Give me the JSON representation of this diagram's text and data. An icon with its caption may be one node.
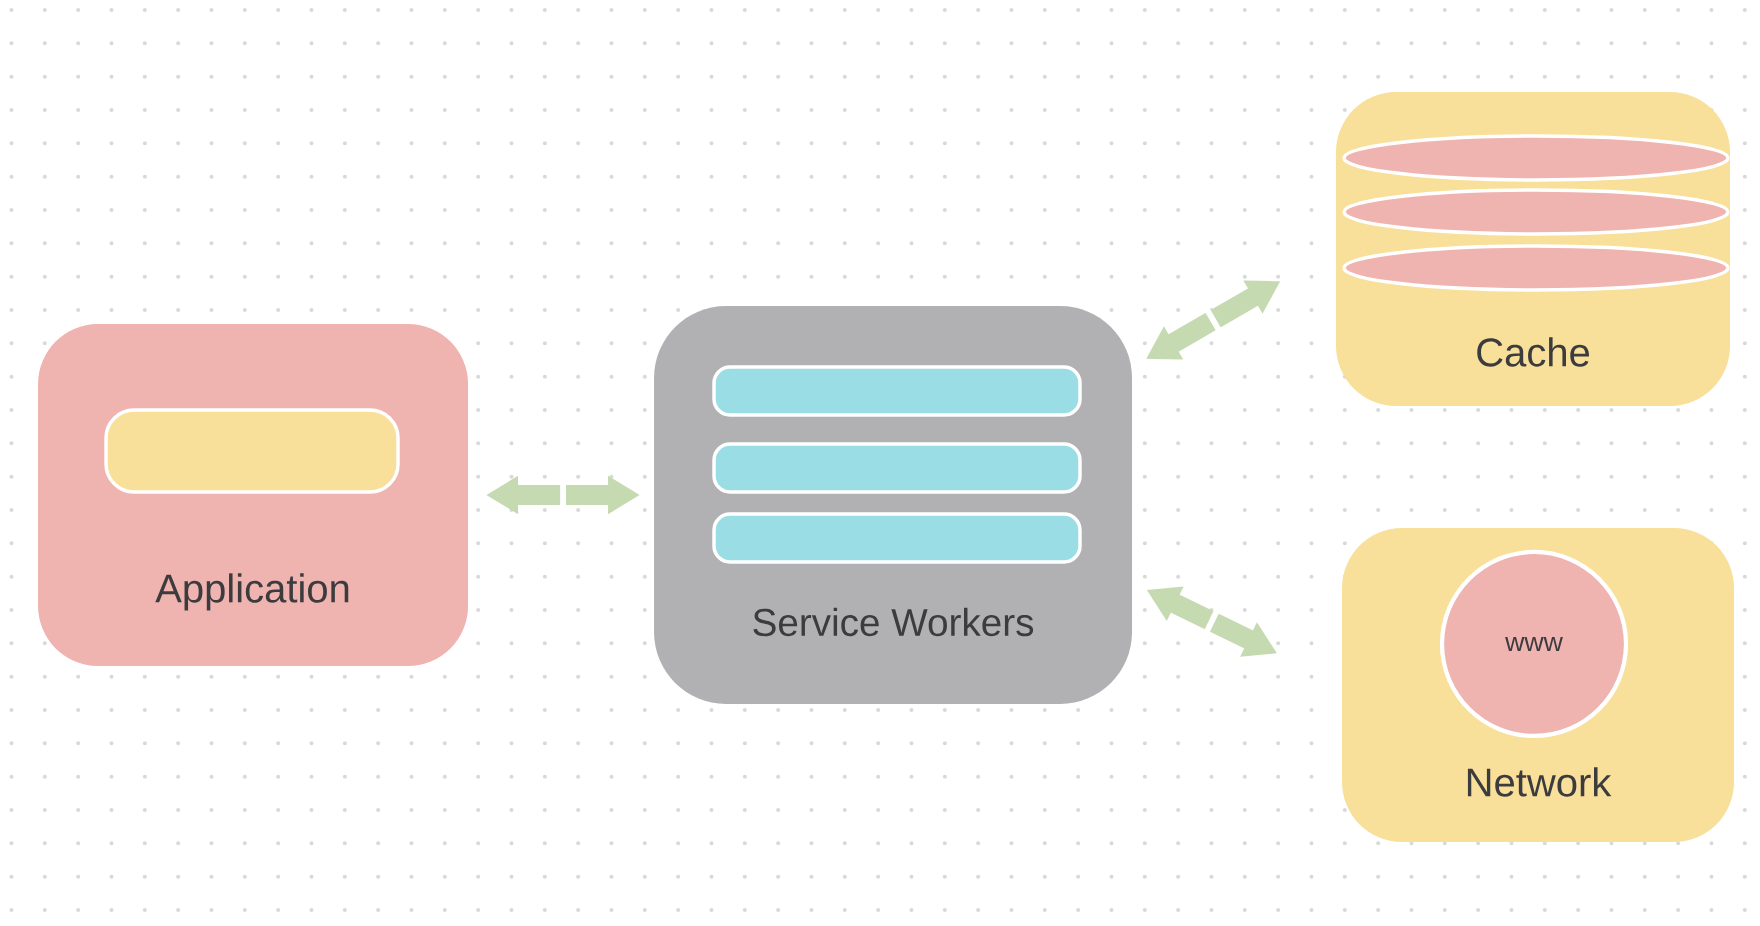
{
  "diagram": {
    "nodes": [
      {
        "text": [
          "Application"
        ]
      },
      {
        "text": [],
        "shape": "bar",
        "in": 0
      },
      {
        "text": [
          "Service Workers"
        ]
      },
      {
        "text": [
          "Cache"
        ]
      },
      {
        "text": [
          "Network"
        ]
      },
      {
        "text": [
          "www"
        ],
        "in": 4
      }
    ],
    "edges": [
      {
        "from": 0,
        "to": 2,
        "arrow": "both"
      },
      {
        "from": 2,
        "to": 3,
        "arrow": "both"
      },
      {
        "from": 2,
        "to": 4,
        "arrow": "both"
      }
    ]
  }
}
